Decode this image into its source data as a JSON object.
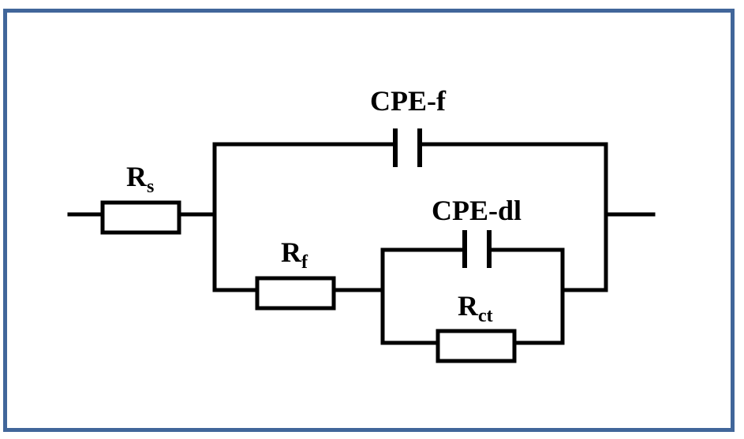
{
  "colors": {
    "frame_border": "#41669a",
    "wire": "#000000",
    "background": "#ffffff"
  },
  "labels": {
    "rs_main": "R",
    "rs_sub": "s",
    "cpe_f": "CPE-f",
    "rf_main": "R",
    "rf_sub": "f",
    "cpe_dl": "CPE-dl",
    "rct_main": "R",
    "rct_sub": "ct"
  }
}
